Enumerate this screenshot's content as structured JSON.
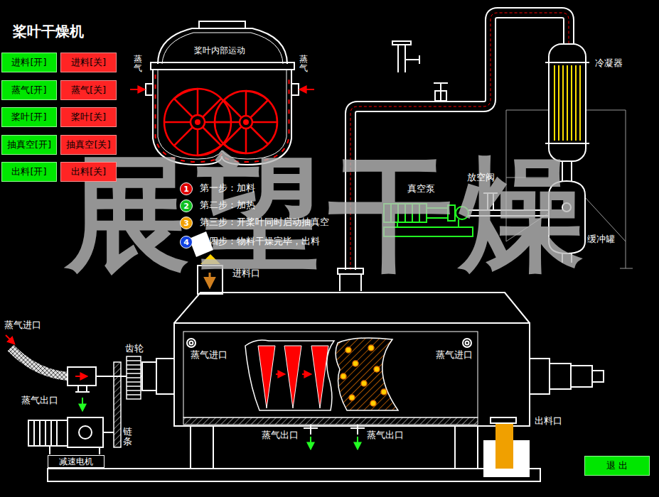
{
  "diagram": {
    "title": "桨叶干燥机",
    "nodes": [
      {
        "text": [
          "进料[开]"
        ]
      },
      {
        "text": [
          "进料[关]"
        ]
      },
      {
        "text": [
          "蒸气[开]"
        ]
      },
      {
        "text": [
          "蒸气[关]"
        ]
      },
      {
        "text": [
          "桨叶[开]"
        ]
      },
      {
        "text": [
          "桨叶[关]"
        ]
      },
      {
        "text": [
          "抽真空[开]"
        ]
      },
      {
        "text": [
          "抽真空[关]"
        ]
      },
      {
        "text": [
          "出料[开]"
        ]
      },
      {
        "text": [
          "出料[关]"
        ]
      },
      {
        "text": [
          "1"
        ]
      },
      {
        "text": [
          "2"
        ]
      },
      {
        "text": [
          "3"
        ]
      },
      {
        "text": [
          "4"
        ]
      },
      {
        "text": [
          "减速电机"
        ]
      },
      {
        "text": [
          "退 出"
        ]
      }
    ],
    "labels": [
      "蒸气",
      "蒸气",
      "桨叶内部运动",
      "冷凝器",
      "放空阀",
      "真空泵",
      "缓冲罐",
      "第一步：加料",
      "第二步：加热",
      "第三步：开桨叶同时启动抽真空",
      "第四步：物料干燥完毕，出料",
      "进料口",
      "蒸气进口",
      "齿轮",
      "蒸气出口",
      "链条",
      "蒸气进口",
      "蒸气进口",
      "蒸气出口",
      "蒸气出口",
      "出料口",
      "展望干燥"
    ]
  }
}
